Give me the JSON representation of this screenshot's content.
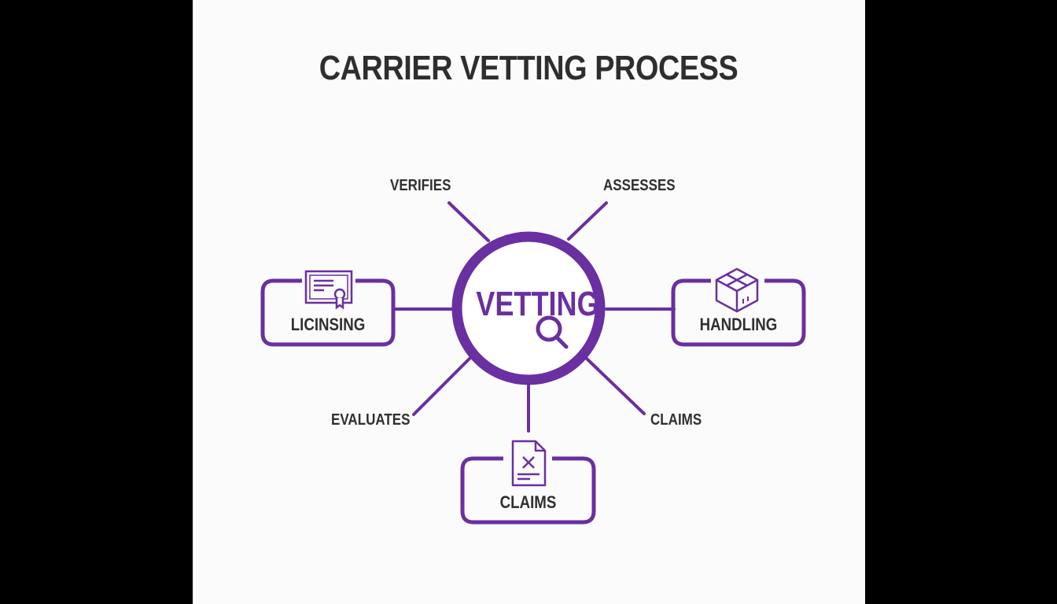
{
  "title": "CARRIER VETTING PROCESS",
  "colors": {
    "accent": "#6a2fa0",
    "text": "#2f2f2f",
    "background": "#fbfbfb",
    "frame": "#000000"
  },
  "center": {
    "label": "VETTING",
    "icon": "magnifier-icon"
  },
  "spokes": {
    "top_left": "VERIFIES",
    "top_right": "ASSESSES",
    "bottom_left": "EVALUATES",
    "bottom_right": "CLAIMS"
  },
  "nodes": [
    {
      "label": "LICINSING",
      "icon": "certificate-icon"
    },
    {
      "label": "HANDLING",
      "icon": "package-box-icon"
    },
    {
      "label": "CLAIMS",
      "icon": "document-x-icon"
    }
  ]
}
